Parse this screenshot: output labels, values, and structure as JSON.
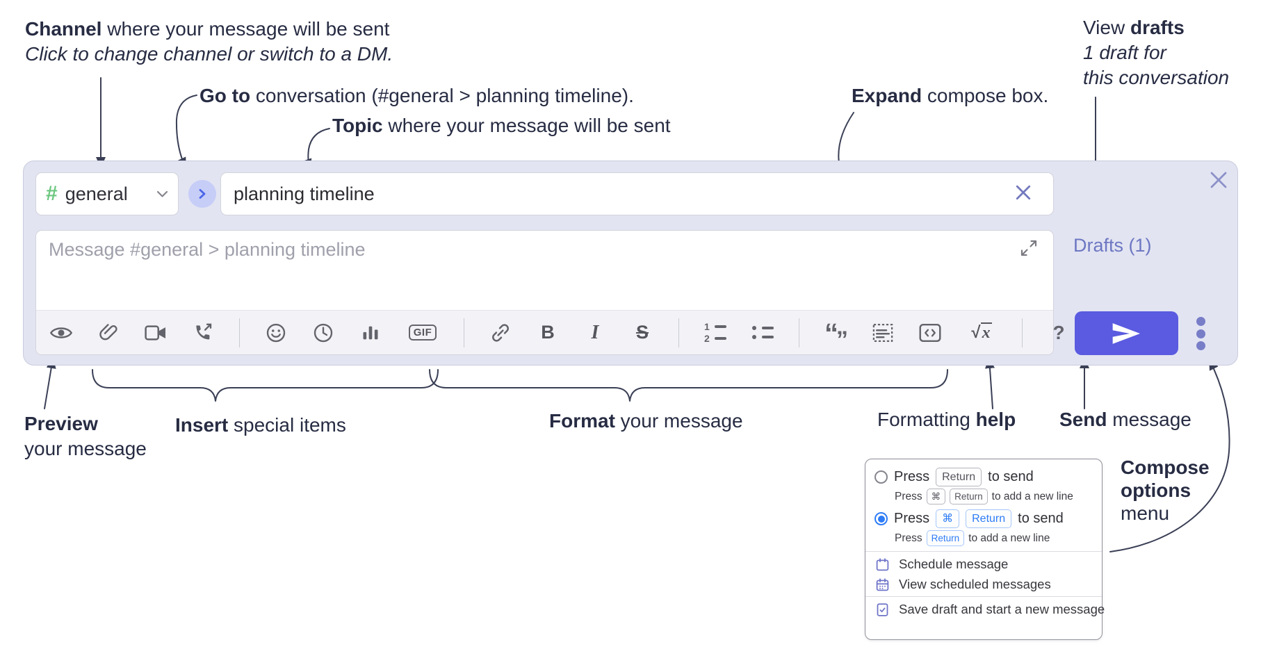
{
  "annotations": {
    "channel_line1_bold": "Channel",
    "channel_line1_rest": " where your message will be sent",
    "channel_line2": "Click to change channel or switch to a DM.",
    "goto_bold": "Go to",
    "goto_rest": " conversation (#general > planning timeline).",
    "topic_bold": "Topic",
    "topic_rest": " where your message will be sent",
    "expand_bold": "Expand",
    "expand_rest": " compose box.",
    "drafts_line1_pre": "View ",
    "drafts_line1_bold": "drafts",
    "drafts_line2": "1 draft for",
    "drafts_line3": "this conversation",
    "preview_bold": "Preview",
    "preview_line2": "your message",
    "insert_bold": "Insert",
    "insert_rest": " special items",
    "format_bold": "Format",
    "format_rest": " your message",
    "help_pre": "Formatting ",
    "help_bold": "help",
    "send_bold": "Send",
    "send_rest": " message",
    "compose_options_bold1": "Compose",
    "compose_options_bold2": "options",
    "compose_options_line3": "menu"
  },
  "compose": {
    "channel": {
      "hash": "#",
      "name": "general"
    },
    "topic_value": "planning timeline",
    "message_placeholder": "Message #general > planning timeline",
    "drafts_link": "Drafts (1)",
    "toolbar_icon_names": [
      "preview",
      "attach-file",
      "add-video-call",
      "add-voice-call",
      "divider",
      "add-emoji",
      "add-global-time",
      "add-poll",
      "add-gif",
      "divider",
      "link",
      "bold",
      "italic",
      "strikethrough",
      "divider",
      "numbered-list",
      "bulleted-list",
      "divider",
      "quote",
      "spoiler",
      "code",
      "math",
      "divider",
      "help"
    ],
    "toolbar": {
      "gif": "GIF",
      "bold": "B",
      "italic": "I",
      "strike": "S",
      "olist1": "1",
      "olist2": "2",
      "quote_open": "“",
      "quote_close": "”",
      "math_root": "√",
      "math_var": "x",
      "help": "?"
    }
  },
  "popup": {
    "options": [
      {
        "selected": false,
        "pre": "Press",
        "keys": [
          "Return"
        ],
        "post": "to send",
        "sub_pre": "Press",
        "sub_keys": [
          "⌘",
          "Return"
        ],
        "sub_post": "to add a new line"
      },
      {
        "selected": true,
        "pre": "Press",
        "keys": [
          "⌘",
          "Return"
        ],
        "post": "to send",
        "sub_pre": "Press",
        "sub_keys": [
          "Return"
        ],
        "sub_post": "to add a new line"
      }
    ],
    "menu_items": [
      "Schedule message",
      "View scheduled messages",
      "Save draft and start a new message"
    ]
  },
  "colors": {
    "annotation_text": "#272c43",
    "compose_background": "#e2e4f2",
    "send_button": "#5a5be0",
    "periwinkle_accent": "#6d77c2",
    "channel_hash_green": "#6bc77f",
    "kbd_blue": "#2e7cf6",
    "toolbar_icon_gray": "#63636b"
  }
}
